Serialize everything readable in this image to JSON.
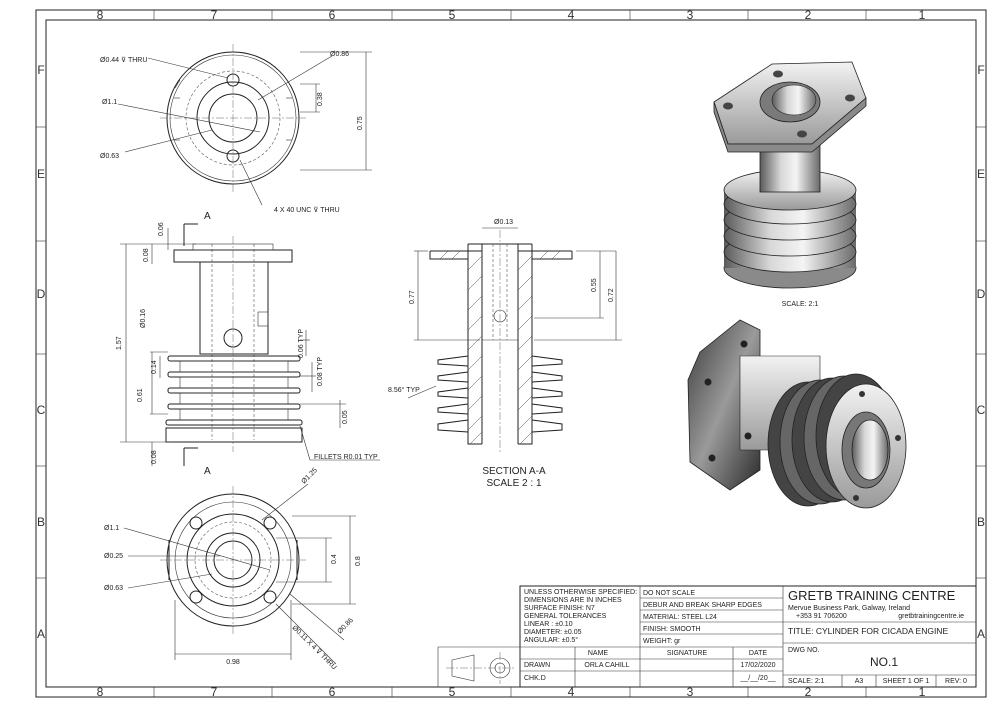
{
  "zones": {
    "columns": [
      "8",
      "7",
      "6",
      "5",
      "4",
      "3",
      "2",
      "1"
    ],
    "rows": [
      "F",
      "E",
      "D",
      "C",
      "B",
      "A"
    ]
  },
  "top_view": {
    "dims": [
      "Ø0.44 ⊽ THRU",
      "Ø0.86",
      "Ø1.1",
      "Ø0.63",
      "0.38",
      "0.75",
      "4 X 40 UNC ⊽ THRU"
    ]
  },
  "front_view": {
    "dims": [
      "0.06",
      "0.08",
      "Ø0.16",
      "1.57",
      "0.06 TYP",
      "0.08 TYP",
      "0.14",
      "0.61",
      "0.05",
      "0.08",
      "FILLETS R0.01 TYP"
    ],
    "section_marker": "A"
  },
  "section_view": {
    "dims": [
      "Ø0.13",
      "0.77",
      "0.55",
      "0.72",
      "8.56° TYP"
    ],
    "title": "SECTION A-A",
    "scale": "SCALE 2 : 1"
  },
  "bottom_view": {
    "dims": [
      "Ø1.25",
      "Ø1.1",
      "Ø0.25",
      "Ø0.63",
      "0.4",
      "0.8",
      "0.98",
      "Ø0.11 X 4 ⊽ THRU",
      "Ø0.86"
    ]
  },
  "iso_scale": "SCALE: 2:1",
  "title_block": {
    "notes": [
      "UNLESS OTHERWISE SPECIFIED:",
      "DIMENSIONS ARE IN INCHES",
      "SURFACE FINISH: N7",
      "GENERAL TOLERANCES",
      "LINEAR : ±0.10",
      "DIAMETER: ±0.05",
      "ANGULAR: ±0.5°"
    ],
    "do_not_scale": "DO NOT SCALE",
    "deburr": "DEBUR AND BREAK SHARP EDGES",
    "material": "MATERIAL: STEEL L24",
    "finish": "FINISH: SMOOTH",
    "weight": "WEIGHT:    gr",
    "col_name": "NAME",
    "col_signature": "SIGNATURE",
    "col_date": "DATE",
    "drawn_label": "DRAWN",
    "drawn_name": "ORLA CAHILL",
    "drawn_date": "17/02/2020",
    "chkd_label": "CHK.D",
    "chkd_date": "__/__/20__",
    "company": "GRETB TRAINING CENTRE",
    "address": "Mervue Business Park, Galway, Ireland",
    "phone": "+353 91 706200",
    "website": "gretbtrainingcentre.ie",
    "title": "TITLE:  CYLINDER FOR CICADA ENGINE",
    "dwg_label": "DWG NO.",
    "dwg_no": "NO.1",
    "scale": "SCALE:  2:1",
    "size": "A3",
    "sheet": "SHEET 1 OF 1",
    "rev": "REV: 0"
  }
}
